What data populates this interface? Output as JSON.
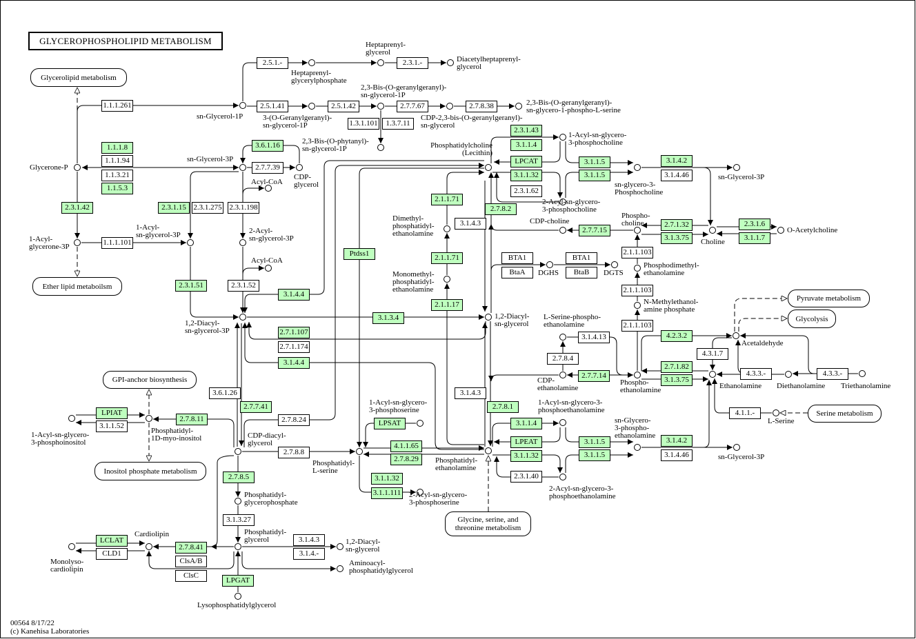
{
  "title": "GLYCEROPHOSPHOLIPID METABOLISM",
  "footer": {
    "id_date": "00564 8/17/22",
    "copyright": "(c) Kanehisa Laboratories"
  },
  "colors": {
    "highlight": "#bfffbf",
    "line": "#000000",
    "background": "#ffffff"
  },
  "enzymes": [
    {
      "label": "2.5.1.-",
      "highlighted": false
    },
    {
      "label": "2.3.1.-",
      "highlighted": false
    },
    {
      "label": "1.1.1.261",
      "highlighted": false
    },
    {
      "label": "2.5.1.41",
      "highlighted": false
    },
    {
      "label": "2.5.1.42",
      "highlighted": false
    },
    {
      "label": "2.7.7.67",
      "highlighted": false
    },
    {
      "label": "2.7.8.38",
      "highlighted": false
    },
    {
      "label": "1.3.1.101",
      "highlighted": false
    },
    {
      "label": "1.3.7.11",
      "highlighted": false
    },
    {
      "label": "1.1.1.8",
      "highlighted": true
    },
    {
      "label": "1.1.1.94",
      "highlighted": false
    },
    {
      "label": "1.1.3.21",
      "highlighted": false
    },
    {
      "label": "1.1.5.3",
      "highlighted": true
    },
    {
      "label": "3.6.1.16",
      "highlighted": true
    },
    {
      "label": "2.7.7.39",
      "highlighted": false
    },
    {
      "label": "2.3.1.42",
      "highlighted": true
    },
    {
      "label": "2.3.1.15",
      "highlighted": true
    },
    {
      "label": "2.3.1.275",
      "highlighted": false
    },
    {
      "label": "2.3.1.198",
      "highlighted": false
    },
    {
      "label": "1.1.1.101",
      "highlighted": false
    },
    {
      "label": "2.3.1.51",
      "highlighted": true
    },
    {
      "label": "2.3.1.52",
      "highlighted": false
    },
    {
      "label": "3.1.4.4",
      "highlighted": true
    },
    {
      "label": "Ptdss1",
      "highlighted": true
    },
    {
      "label": "2.1.1.71",
      "highlighted": true
    },
    {
      "label": "2.1.1.71",
      "highlighted": true
    },
    {
      "label": "2.1.1.17",
      "highlighted": true
    },
    {
      "label": "3.1.4.3",
      "highlighted": false
    },
    {
      "label": "2.7.8.2",
      "highlighted": true
    },
    {
      "label": "2.3.1.43",
      "highlighted": true
    },
    {
      "label": "3.1.1.4",
      "highlighted": true
    },
    {
      "label": "LPCAT",
      "highlighted": true
    },
    {
      "label": "3.1.1.32",
      "highlighted": true
    },
    {
      "label": "2.3.1.62",
      "highlighted": false
    },
    {
      "label": "3.1.1.5",
      "highlighted": true
    },
    {
      "label": "3.1.1.5",
      "highlighted": true
    },
    {
      "label": "3.1.4.2",
      "highlighted": true
    },
    {
      "label": "3.1.4.46",
      "highlighted": false
    },
    {
      "label": "2.7.7.15",
      "highlighted": true
    },
    {
      "label": "2.7.1.32",
      "highlighted": true
    },
    {
      "label": "3.1.3.75",
      "highlighted": true
    },
    {
      "label": "2.3.1.6",
      "highlighted": true
    },
    {
      "label": "3.1.1.7",
      "highlighted": true
    },
    {
      "label": "BTA1",
      "highlighted": false
    },
    {
      "label": "BtaA",
      "highlighted": false
    },
    {
      "label": "BTA1",
      "highlighted": false
    },
    {
      "label": "BtaB",
      "highlighted": false
    },
    {
      "label": "2.1.1.103",
      "highlighted": false
    },
    {
      "label": "2.1.1.103",
      "highlighted": false
    },
    {
      "label": "2.1.1.103",
      "highlighted": false
    },
    {
      "label": "3.1.3.4",
      "highlighted": true
    },
    {
      "label": "2.7.1.107",
      "highlighted": true
    },
    {
      "label": "2.7.1.174",
      "highlighted": false
    },
    {
      "label": "3.1.4.4",
      "highlighted": true
    },
    {
      "label": "3.1.4.13",
      "highlighted": false
    },
    {
      "label": "2.7.8.4",
      "highlighted": false
    },
    {
      "label": "2.7.7.14",
      "highlighted": true
    },
    {
      "label": "4.2.3.2",
      "highlighted": true
    },
    {
      "label": "4.3.1.7",
      "highlighted": false
    },
    {
      "label": "2.7.1.82",
      "highlighted": true
    },
    {
      "label": "3.1.3.75",
      "highlighted": true
    },
    {
      "label": "4.3.3.-",
      "highlighted": false
    },
    {
      "label": "4.3.3.-",
      "highlighted": false
    },
    {
      "label": "4.1.1.-",
      "highlighted": false
    },
    {
      "label": "3.6.1.26",
      "highlighted": false
    },
    {
      "label": "2.7.7.41",
      "highlighted": true
    },
    {
      "label": "2.7.8.24",
      "highlighted": false
    },
    {
      "label": "2.7.8.11",
      "highlighted": true
    },
    {
      "label": "LPIAT",
      "highlighted": true
    },
    {
      "label": "3.1.1.52",
      "highlighted": false
    },
    {
      "label": "2.7.8.8",
      "highlighted": false
    },
    {
      "label": "2.7.8.5",
      "highlighted": true
    },
    {
      "label": "3.1.3.27",
      "highlighted": false
    },
    {
      "label": "3.1.4.3",
      "highlighted": false
    },
    {
      "label": "3.1.4.-",
      "highlighted": false
    },
    {
      "label": "LCLAT",
      "highlighted": true
    },
    {
      "label": "CLD1",
      "highlighted": false
    },
    {
      "label": "2.7.8.41",
      "highlighted": true
    },
    {
      "label": "ClsA/B",
      "highlighted": false
    },
    {
      "label": "ClsC",
      "highlighted": false
    },
    {
      "label": "LPGAT",
      "highlighted": true
    },
    {
      "label": "3.1.4.3",
      "highlighted": false
    },
    {
      "label": "2.7.8.1",
      "highlighted": true
    },
    {
      "label": "LPSAT",
      "highlighted": true
    },
    {
      "label": "4.1.1.65",
      "highlighted": true
    },
    {
      "label": "2.7.8.29",
      "highlighted": true
    },
    {
      "label": "3.1.1.32",
      "highlighted": true
    },
    {
      "label": "3.1.1.111",
      "highlighted": true
    },
    {
      "label": "3.1.1.4",
      "highlighted": true
    },
    {
      "label": "LPEAT",
      "highlighted": true
    },
    {
      "label": "3.1.1.32",
      "highlighted": true
    },
    {
      "label": "2.3.1.40",
      "highlighted": false
    },
    {
      "label": "3.1.1.5",
      "highlighted": true
    },
    {
      "label": "3.1.1.5",
      "highlighted": true
    },
    {
      "label": "3.1.4.2",
      "highlighted": true
    },
    {
      "label": "3.1.4.46",
      "highlighted": false
    }
  ],
  "compounds": [
    {
      "label": "Heptaprenyl-\nglycerylphosphate"
    },
    {
      "label": "Heptaprenyl-\nglycerol"
    },
    {
      "label": "Diacetylheptaprenyl-\nglycerol"
    },
    {
      "label": "sn-Glycerol-1P"
    },
    {
      "label": "3-(O-Geranylgeranyl)-\nsn-glycerol-1P"
    },
    {
      "label": "2,3-Bis-(O-geranylgeranyl)-\nsn-glycerol-1P"
    },
    {
      "label": "CDP-2,3-bis-(O-geranylgeranyl)-\nsn-glycerol"
    },
    {
      "label": "2,3-Bis-(O-geranylgeranyl)-\nsn-glycero-1-phospho-L-serine"
    },
    {
      "label": "2,3-Bis-(O-phytanyl)-\nsn-glycerol-1P"
    },
    {
      "label": "Glycerone-P"
    },
    {
      "label": "sn-Glycerol-3P"
    },
    {
      "label": "CDP-\nglycerol"
    },
    {
      "label": "Acyl-CoA"
    },
    {
      "label": "1-Acyl-\nglycerone-3P"
    },
    {
      "label": "1-Acyl-\nsn-glycerol-3P"
    },
    {
      "label": "2-Acyl-\nsn-glycerol-3P"
    },
    {
      "label": "Acyl-CoA"
    },
    {
      "label": "1,2-Diacyl-\nsn-glycerol-3P"
    },
    {
      "label": "Phosphatidylcholine\n(Lecithin)"
    },
    {
      "label": "1-Acyl-sn-glycero-\n3-phosphocholine"
    },
    {
      "label": "2-Acyl-sn-glycero-\n3-phosphocholine"
    },
    {
      "label": "sn-glycero-3-\nPhosphocholine"
    },
    {
      "label": "sn-Glycerol-3P"
    },
    {
      "label": "Dimethyl-\nphosphatidyl-\nethanolamine"
    },
    {
      "label": "Monomethyl-\nphosphatidyl-\nethanolamine"
    },
    {
      "label": "CDP-choline"
    },
    {
      "label": "Phospho-\ncholine"
    },
    {
      "label": "Choline"
    },
    {
      "label": "O-Acetylcholine"
    },
    {
      "label": "DGHS"
    },
    {
      "label": "DGTS"
    },
    {
      "label": "Phosphodimethyl-\nethanolamine"
    },
    {
      "label": "N-Methylethanol-\namine phosphate"
    },
    {
      "label": "1,2-Diacyl-\nsn-glycerol"
    },
    {
      "label": "L-Serine-phospho-\nethanolamine"
    },
    {
      "label": "CDP-\nethanolamine"
    },
    {
      "label": "Phospho-\nethanolamine"
    },
    {
      "label": "Acetaldehyde"
    },
    {
      "label": "Ethanolamine"
    },
    {
      "label": "Diethanolamine"
    },
    {
      "label": "Triethanolamine"
    },
    {
      "label": "L-Serine"
    },
    {
      "label": "1-Acyl-sn-glycero-\n3-phosphoinositol"
    },
    {
      "label": "Phosphatidyl-\n1D-myo-inositol"
    },
    {
      "label": "CDP-diacyl-\nglycerol"
    },
    {
      "label": "Phosphatidyl-\nL-serine"
    },
    {
      "label": "1-Acyl-sn-glycero-\n3-phosphoserine"
    },
    {
      "label": "2-Acyl-sn-glycero-\n3-phosphoserine"
    },
    {
      "label": "Phosphatidyl-\nethanolamine"
    },
    {
      "label": "1-Acyl-sn-glycero-3-\nphosphoethanolamine"
    },
    {
      "label": "2-Acyl-sn-glycero-3-\nphosphoethanolamine"
    },
    {
      "label": "sn-Glycero-\n3-phospho-\nethanolamine"
    },
    {
      "label": "sn-Glycerol-3P"
    },
    {
      "label": "Phosphatidyl-\nglycerophosphate"
    },
    {
      "label": "Phosphatidyl-\nglycerol"
    },
    {
      "label": "Cardiolipin"
    },
    {
      "label": "Monolyso-\ncardiolipin"
    },
    {
      "label": "1,2-Diacyl-\nsn-glycerol"
    },
    {
      "label": "Aminoacyl-\nphosphatidylglycerol"
    },
    {
      "label": "Lysophosphatidylglycerol"
    }
  ],
  "map_links": [
    {
      "label": "Glycerolipid metabolism"
    },
    {
      "label": "Ether lipid metaboilsm"
    },
    {
      "label": "GPI-anchor biosynthesis"
    },
    {
      "label": "Inositol phosphate metabolism"
    },
    {
      "label": "Glycine, serine, and\nthreonine metabolism"
    },
    {
      "label": "Pyruvate metabolism"
    },
    {
      "label": "Glycolysis"
    },
    {
      "label": "Serine metabolism"
    }
  ]
}
